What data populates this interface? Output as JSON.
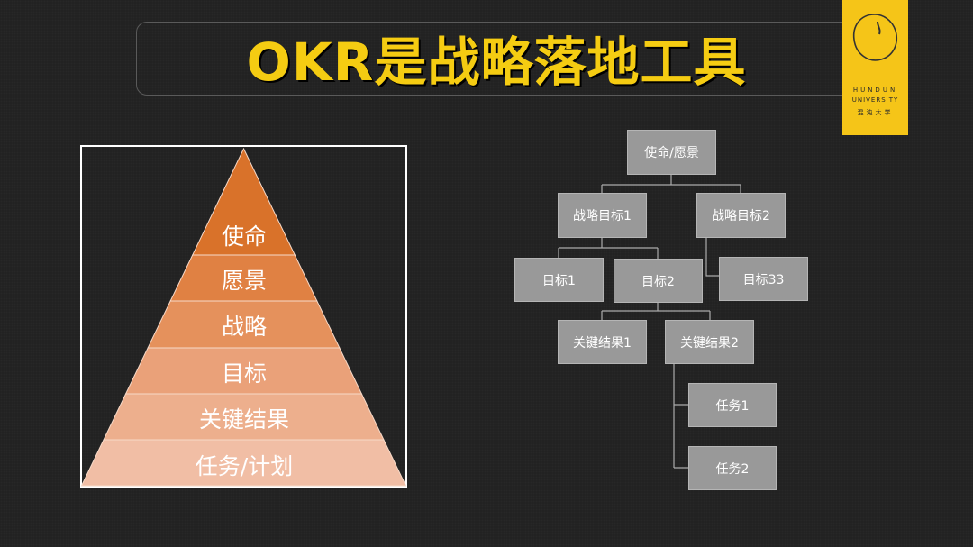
{
  "title": "OKR是战略落地工具",
  "logo": {
    "line1": "HUNDUN",
    "line2": "UNIVERSITY",
    "line3": "混沌大学"
  },
  "pyramid": {
    "levels": [
      "使命",
      "愿景",
      "战略",
      "目标",
      "关键结果",
      "任务/计划"
    ],
    "colors": [
      "#d9722a",
      "#e08143",
      "#e5915c",
      "#eaa179",
      "#edaf8d",
      "#f1bea5"
    ]
  },
  "tree": {
    "root": "使命/愿景",
    "strategy1": "战略目标1",
    "strategy2": "战略目标2",
    "goal1": "目标1",
    "goal2": "目标2",
    "goal33": "目标33",
    "kr1": "关键结果1",
    "kr2": "关键结果2",
    "task1": "任务1",
    "task2": "任务2"
  }
}
